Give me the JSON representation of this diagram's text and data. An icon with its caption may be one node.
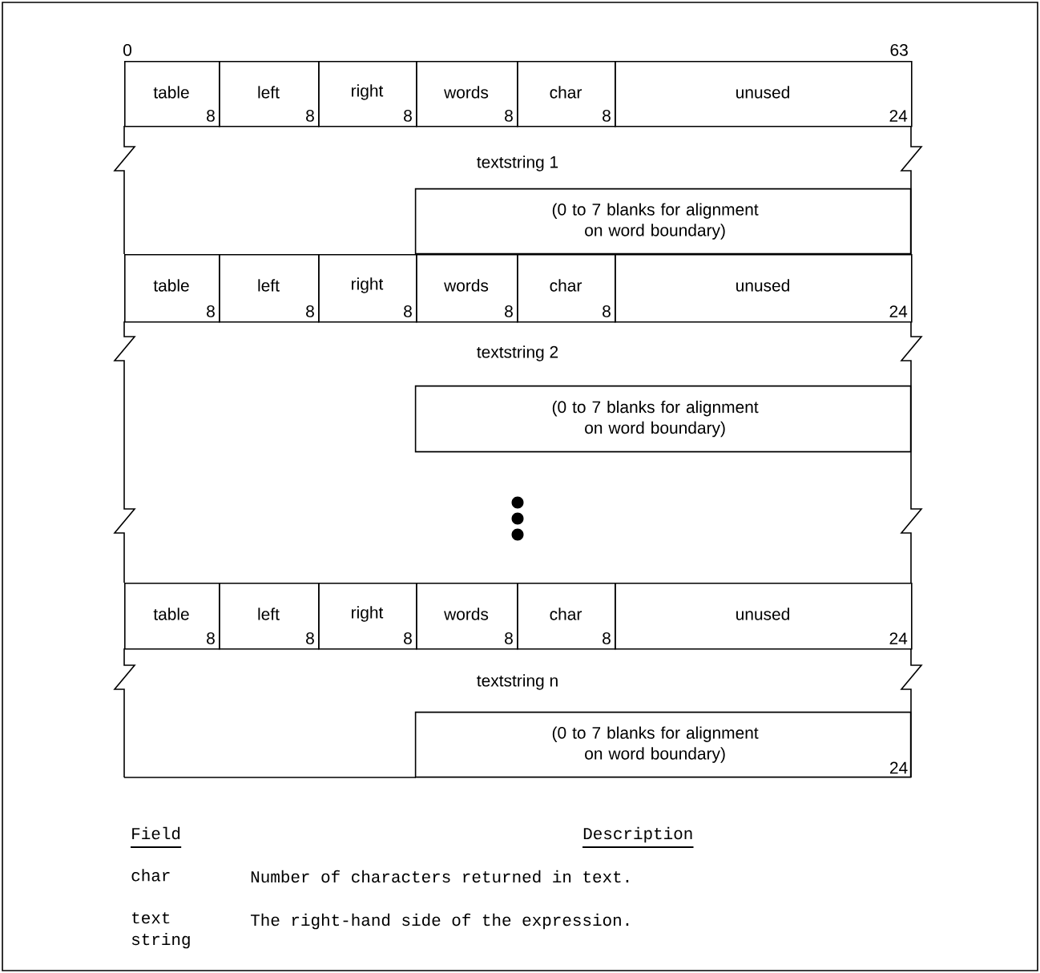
{
  "diagram": {
    "nodes": [
      {
        "text": [
          "table",
          "8"
        ]
      },
      {
        "text": [
          "left",
          "8"
        ]
      },
      {
        "text": [
          "right",
          "8"
        ]
      },
      {
        "text": [
          "words",
          "8"
        ]
      },
      {
        "text": [
          "char",
          "8"
        ]
      },
      {
        "text": [
          "unused",
          "24"
        ]
      },
      {
        "text": [
          "textstring 1"
        ]
      },
      {
        "text": [
          "(0 to 7 blanks for alignment on word boundary)"
        ],
        "in": 6
      },
      {
        "text": [
          "table",
          "8"
        ]
      },
      {
        "text": [
          "left",
          "8"
        ]
      },
      {
        "text": [
          "right",
          "8"
        ]
      },
      {
        "text": [
          "words",
          "8"
        ]
      },
      {
        "text": [
          "char",
          "8"
        ]
      },
      {
        "text": [
          "unused",
          "24"
        ]
      },
      {
        "text": [
          "textstring 2"
        ]
      },
      {
        "text": [
          "(0 to 7 blanks for alignment on word boundary)"
        ],
        "in": 14
      },
      {
        "text": [],
        "shape": "box"
      },
      {
        "text": [
          "table",
          "8"
        ]
      },
      {
        "text": [
          "left",
          "8"
        ]
      },
      {
        "text": [
          "right",
          "8"
        ]
      },
      {
        "text": [
          "words",
          "8"
        ]
      },
      {
        "text": [
          "char",
          "8"
        ]
      },
      {
        "text": [
          "unused",
          "24"
        ]
      },
      {
        "text": [
          "textstring n"
        ]
      },
      {
        "text": [
          "(0 to 7 blanks for alignment on word boundary)",
          "24"
        ],
        "in": 23
      }
    ],
    "labels": [
      "0",
      "63",
      "Field",
      "Description",
      "char",
      "Number of characters returned in text.",
      "text string",
      "The right-hand side of the expression."
    ]
  }
}
